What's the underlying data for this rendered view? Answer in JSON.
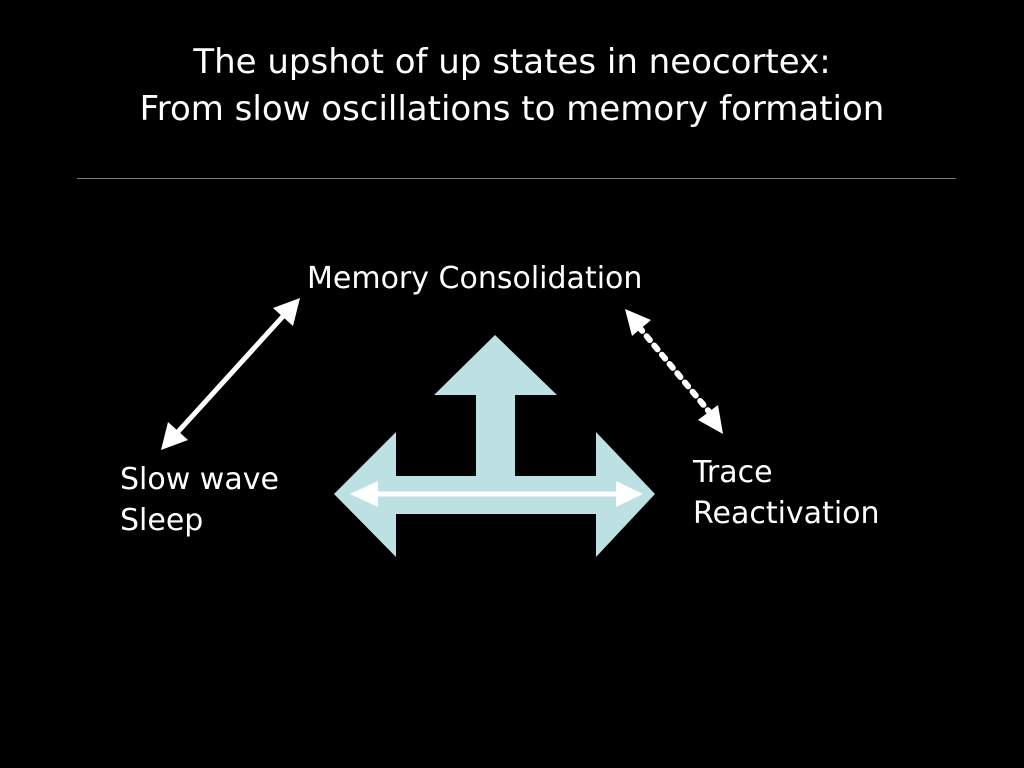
{
  "slide": {
    "title_line_1": "The upshot of up states in neocortex:",
    "title_line_2": "From slow oscillations to memory formation"
  },
  "diagram": {
    "nodes": {
      "memory_consolidation": "Memory Consolidation",
      "slow_wave_sleep_line_1": "Slow wave",
      "slow_wave_sleep_line_2": "Sleep",
      "trace_reactivation_line_1": "Trace",
      "trace_reactivation_line_2": "Reactivation"
    },
    "colors": {
      "background": "#000000",
      "text": "#ffffff",
      "block_arrow": "#bde0e3",
      "connector_arrow": "#ffffff",
      "divider": "#7a7a7a"
    }
  }
}
